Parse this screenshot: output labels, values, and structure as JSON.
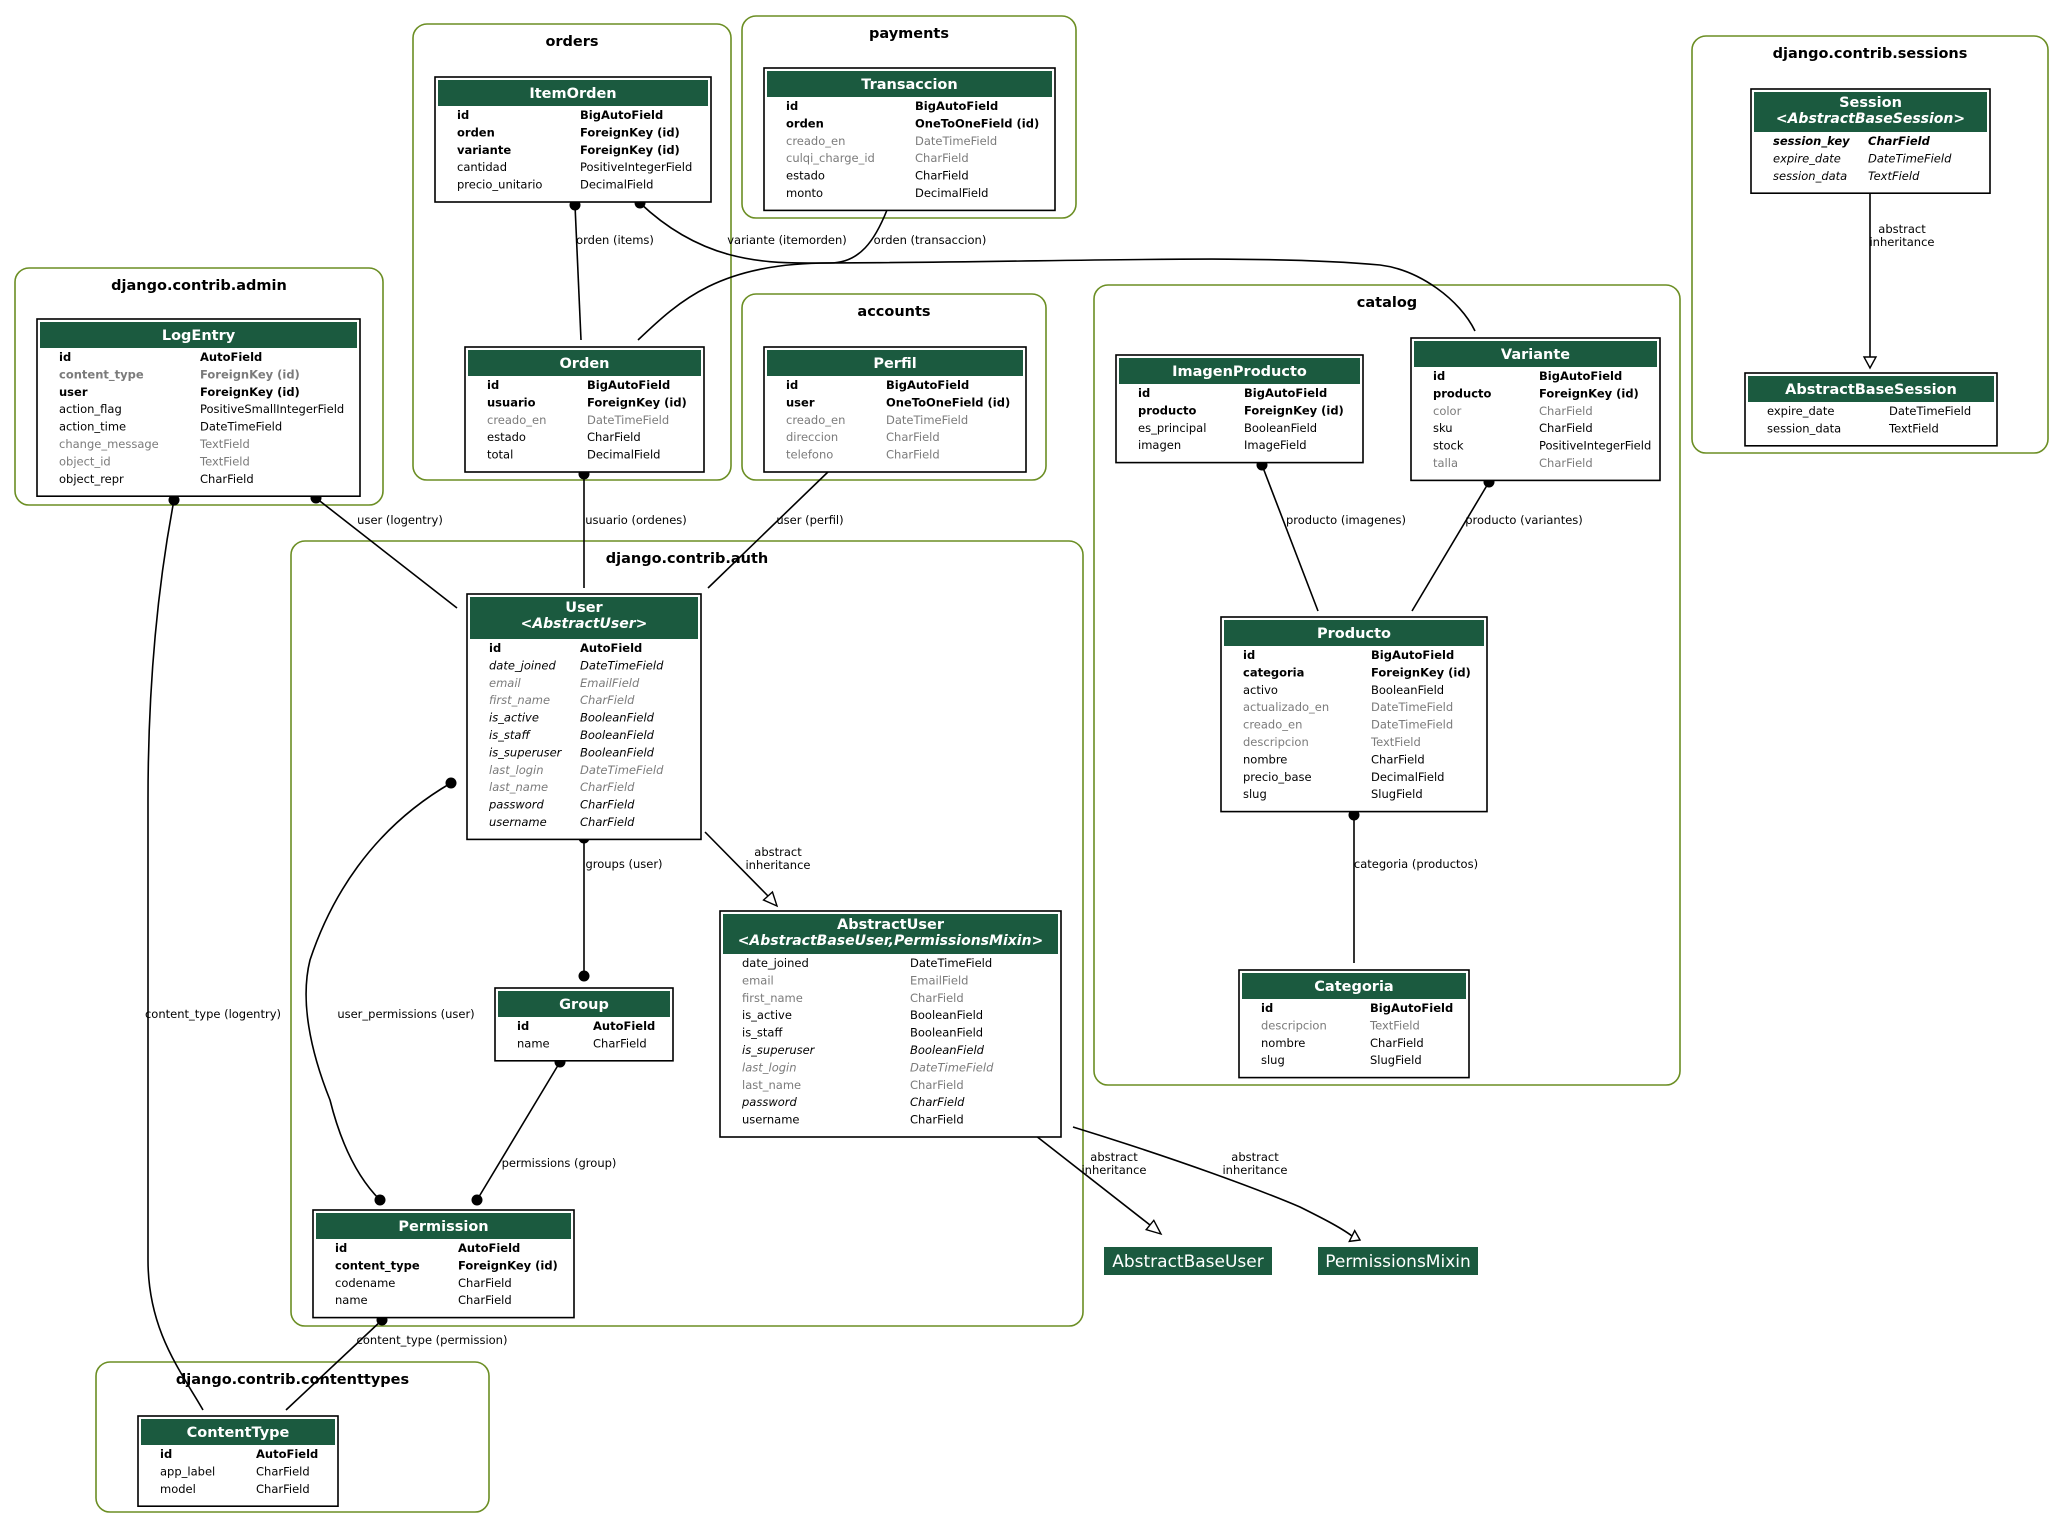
{
  "clusters": [
    {
      "id": "admin",
      "title": "django.contrib.admin"
    },
    {
      "id": "orders",
      "title": "orders"
    },
    {
      "id": "payments",
      "title": "payments"
    },
    {
      "id": "accounts",
      "title": "accounts"
    },
    {
      "id": "catalog",
      "title": "catalog"
    },
    {
      "id": "sessions",
      "title": "django.contrib.sessions"
    },
    {
      "id": "auth",
      "title": "django.contrib.auth"
    },
    {
      "id": "contenttypes",
      "title": "django.contrib.contenttypes"
    }
  ],
  "models": [
    {
      "id": "logentry",
      "title": "LogEntry",
      "fields": [
        {
          "name": "id",
          "type": "AutoField",
          "style": "b"
        },
        {
          "name": "content_type",
          "type": "ForeignKey (id)",
          "style": "bg"
        },
        {
          "name": "user",
          "type": "ForeignKey (id)",
          "style": "b"
        },
        {
          "name": "action_flag",
          "type": "PositiveSmallIntegerField",
          "style": ""
        },
        {
          "name": "action_time",
          "type": "DateTimeField",
          "style": ""
        },
        {
          "name": "change_message",
          "type": "TextField",
          "style": "g"
        },
        {
          "name": "object_id",
          "type": "TextField",
          "style": "g"
        },
        {
          "name": "object_repr",
          "type": "CharField",
          "style": ""
        }
      ]
    },
    {
      "id": "itemorden",
      "title": "ItemOrden",
      "fields": [
        {
          "name": "id",
          "type": "BigAutoField",
          "style": "b"
        },
        {
          "name": "orden",
          "type": "ForeignKey (id)",
          "style": "b"
        },
        {
          "name": "variante",
          "type": "ForeignKey (id)",
          "style": "b"
        },
        {
          "name": "cantidad",
          "type": "PositiveIntegerField",
          "style": ""
        },
        {
          "name": "precio_unitario",
          "type": "DecimalField",
          "style": ""
        }
      ]
    },
    {
      "id": "orden",
      "title": "Orden",
      "fields": [
        {
          "name": "id",
          "type": "BigAutoField",
          "style": "b"
        },
        {
          "name": "usuario",
          "type": "ForeignKey (id)",
          "style": "b"
        },
        {
          "name": "creado_en",
          "type": "DateTimeField",
          "style": "g"
        },
        {
          "name": "estado",
          "type": "CharField",
          "style": ""
        },
        {
          "name": "total",
          "type": "DecimalField",
          "style": ""
        }
      ]
    },
    {
      "id": "transaccion",
      "title": "Transaccion",
      "fields": [
        {
          "name": "id",
          "type": "BigAutoField",
          "style": "b"
        },
        {
          "name": "orden",
          "type": "OneToOneField (id)",
          "style": "b"
        },
        {
          "name": "creado_en",
          "type": "DateTimeField",
          "style": "g"
        },
        {
          "name": "culqi_charge_id",
          "type": "CharField",
          "style": "g"
        },
        {
          "name": "estado",
          "type": "CharField",
          "style": ""
        },
        {
          "name": "monto",
          "type": "DecimalField",
          "style": ""
        }
      ]
    },
    {
      "id": "perfil",
      "title": "Perfil",
      "fields": [
        {
          "name": "id",
          "type": "BigAutoField",
          "style": "b"
        },
        {
          "name": "user",
          "type": "OneToOneField (id)",
          "style": "b"
        },
        {
          "name": "creado_en",
          "type": "DateTimeField",
          "style": "g"
        },
        {
          "name": "direccion",
          "type": "CharField",
          "style": "g"
        },
        {
          "name": "telefono",
          "type": "CharField",
          "style": "g"
        }
      ]
    },
    {
      "id": "imagenproducto",
      "title": "ImagenProducto",
      "fields": [
        {
          "name": "id",
          "type": "BigAutoField",
          "style": "b"
        },
        {
          "name": "producto",
          "type": "ForeignKey (id)",
          "style": "b"
        },
        {
          "name": "es_principal",
          "type": "BooleanField",
          "style": ""
        },
        {
          "name": "imagen",
          "type": "ImageField",
          "style": ""
        }
      ]
    },
    {
      "id": "variante",
      "title": "Variante",
      "fields": [
        {
          "name": "id",
          "type": "BigAutoField",
          "style": "b"
        },
        {
          "name": "producto",
          "type": "ForeignKey (id)",
          "style": "b"
        },
        {
          "name": "color",
          "type": "CharField",
          "style": "g"
        },
        {
          "name": "sku",
          "type": "CharField",
          "style": ""
        },
        {
          "name": "stock",
          "type": "PositiveIntegerField",
          "style": ""
        },
        {
          "name": "talla",
          "type": "CharField",
          "style": "g"
        }
      ]
    },
    {
      "id": "producto",
      "title": "Producto",
      "fields": [
        {
          "name": "id",
          "type": "BigAutoField",
          "style": "b"
        },
        {
          "name": "categoria",
          "type": "ForeignKey (id)",
          "style": "b"
        },
        {
          "name": "activo",
          "type": "BooleanField",
          "style": ""
        },
        {
          "name": "actualizado_en",
          "type": "DateTimeField",
          "style": "g"
        },
        {
          "name": "creado_en",
          "type": "DateTimeField",
          "style": "g"
        },
        {
          "name": "descripcion",
          "type": "TextField",
          "style": "g"
        },
        {
          "name": "nombre",
          "type": "CharField",
          "style": ""
        },
        {
          "name": "precio_base",
          "type": "DecimalField",
          "style": ""
        },
        {
          "name": "slug",
          "type": "SlugField",
          "style": ""
        }
      ]
    },
    {
      "id": "categoria",
      "title": "Categoria",
      "fields": [
        {
          "name": "id",
          "type": "BigAutoField",
          "style": "b"
        },
        {
          "name": "descripcion",
          "type": "TextField",
          "style": "g"
        },
        {
          "name": "nombre",
          "type": "CharField",
          "style": ""
        },
        {
          "name": "slug",
          "type": "SlugField",
          "style": ""
        }
      ]
    },
    {
      "id": "session",
      "title": "Session",
      "subtitle": "<AbstractBaseSession>",
      "fields": [
        {
          "name": "session_key",
          "type": "CharField",
          "style": "bi"
        },
        {
          "name": "expire_date",
          "type": "DateTimeField",
          "style": "i"
        },
        {
          "name": "session_data",
          "type": "TextField",
          "style": "i"
        }
      ]
    },
    {
      "id": "abstractbasesession",
      "title": "AbstractBaseSession",
      "fields": [
        {
          "name": "expire_date",
          "type": "DateTimeField",
          "style": ""
        },
        {
          "name": "session_data",
          "type": "TextField",
          "style": ""
        }
      ]
    },
    {
      "id": "user",
      "title": "User",
      "subtitle": "<AbstractUser>",
      "fields": [
        {
          "name": "id",
          "type": "AutoField",
          "style": "b"
        },
        {
          "name": "date_joined",
          "type": "DateTimeField",
          "style": "i"
        },
        {
          "name": "email",
          "type": "EmailField",
          "style": "ig"
        },
        {
          "name": "first_name",
          "type": "CharField",
          "style": "ig"
        },
        {
          "name": "is_active",
          "type": "BooleanField",
          "style": "i"
        },
        {
          "name": "is_staff",
          "type": "BooleanField",
          "style": "i"
        },
        {
          "name": "is_superuser",
          "type": "BooleanField",
          "style": "i"
        },
        {
          "name": "last_login",
          "type": "DateTimeField",
          "style": "ig"
        },
        {
          "name": "last_name",
          "type": "CharField",
          "style": "ig"
        },
        {
          "name": "password",
          "type": "CharField",
          "style": "i"
        },
        {
          "name": "username",
          "type": "CharField",
          "style": "i"
        }
      ]
    },
    {
      "id": "group",
      "title": "Group",
      "fields": [
        {
          "name": "id",
          "type": "AutoField",
          "style": "b"
        },
        {
          "name": "name",
          "type": "CharField",
          "style": ""
        }
      ]
    },
    {
      "id": "abstractuser",
      "title": "AbstractUser",
      "subtitle": "<AbstractBaseUser,PermissionsMixin>",
      "fields": [
        {
          "name": "date_joined",
          "type": "DateTimeField",
          "style": ""
        },
        {
          "name": "email",
          "type": "EmailField",
          "style": "g"
        },
        {
          "name": "first_name",
          "type": "CharField",
          "style": "g"
        },
        {
          "name": "is_active",
          "type": "BooleanField",
          "style": ""
        },
        {
          "name": "is_staff",
          "type": "BooleanField",
          "style": ""
        },
        {
          "name": "is_superuser",
          "type": "BooleanField",
          "style": "i"
        },
        {
          "name": "last_login",
          "type": "DateTimeField",
          "style": "ig"
        },
        {
          "name": "last_name",
          "type": "CharField",
          "style": "g"
        },
        {
          "name": "password",
          "type": "CharField",
          "style": "i"
        },
        {
          "name": "username",
          "type": "CharField",
          "style": ""
        }
      ]
    },
    {
      "id": "permission",
      "title": "Permission",
      "fields": [
        {
          "name": "id",
          "type": "AutoField",
          "style": "b"
        },
        {
          "name": "content_type",
          "type": "ForeignKey (id)",
          "style": "b"
        },
        {
          "name": "codename",
          "type": "CharField",
          "style": ""
        },
        {
          "name": "name",
          "type": "CharField",
          "style": ""
        }
      ]
    },
    {
      "id": "contenttype",
      "title": "ContentType",
      "fields": [
        {
          "name": "id",
          "type": "AutoField",
          "style": "b"
        },
        {
          "name": "app_label",
          "type": "CharField",
          "style": ""
        },
        {
          "name": "model",
          "type": "CharField",
          "style": ""
        }
      ]
    }
  ],
  "external_nodes": [
    {
      "id": "ext-abstractbaseuser",
      "label": "AbstractBaseUser"
    },
    {
      "id": "ext-permissionsmixin",
      "label": "PermissionsMixin"
    }
  ],
  "edges": [
    {
      "id": "e-orden-items",
      "label": "orden (items)"
    },
    {
      "id": "e-variante-itemorden",
      "label": "variante (itemorden)"
    },
    {
      "id": "e-orden-transaccion",
      "label": "orden (transaccion)"
    },
    {
      "id": "e-session-inherit",
      "label": "abstract\ninheritance"
    },
    {
      "id": "e-user-logentry",
      "label": "user (logentry)"
    },
    {
      "id": "e-usuario-ordenes",
      "label": "usuario (ordenes)"
    },
    {
      "id": "e-user-perfil",
      "label": "user (perfil)"
    },
    {
      "id": "e-producto-imagenes",
      "label": "producto (imagenes)"
    },
    {
      "id": "e-producto-variantes",
      "label": "producto (variantes)"
    },
    {
      "id": "e-categoria-productos",
      "label": "categoria (productos)"
    },
    {
      "id": "e-user-inherit",
      "label": "abstract\ninheritance"
    },
    {
      "id": "e-groups-user",
      "label": "groups (user)"
    },
    {
      "id": "e-user-permissions",
      "label": "user_permissions (user)"
    },
    {
      "id": "e-content-type-logentry",
      "label": "content_type (logentry)"
    },
    {
      "id": "e-permissions-group",
      "label": "permissions (group)"
    },
    {
      "id": "e-abstractuser-baseuser",
      "label": "abstract\ninheritance"
    },
    {
      "id": "e-abstractuser-mixin",
      "label": "abstract\ninheritance"
    },
    {
      "id": "e-content-type-permission",
      "label": "content_type (permission)"
    }
  ]
}
